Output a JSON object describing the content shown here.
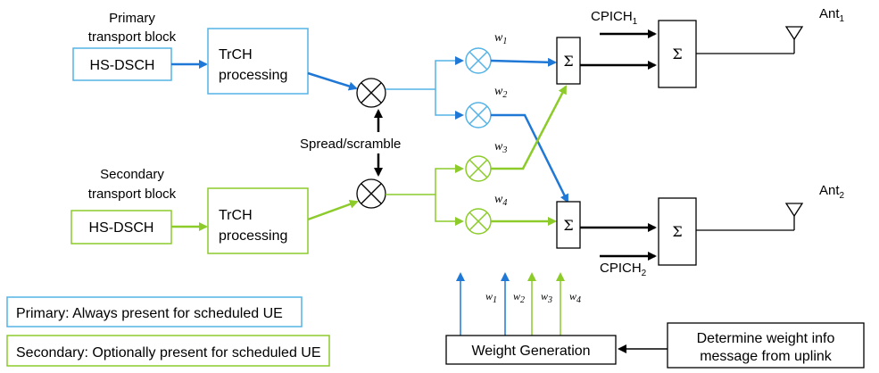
{
  "colors": {
    "primary": "#1f78d6",
    "primary_light": "#55b3e6",
    "secondary": "#8ccb2a",
    "black": "#000000"
  },
  "labels": {
    "primary_block_line1": "Primary",
    "primary_block_line2": "transport block",
    "secondary_block_line1": "Secondary",
    "secondary_block_line2": "transport block",
    "hs_dsch_primary": "HS-DSCH",
    "hs_dsch_secondary": "HS-DSCH",
    "trch_primary_line1": "TrCH",
    "trch_primary_line2": "processing",
    "trch_secondary_line1": "TrCH",
    "trch_secondary_line2": "processing",
    "spread_scramble": "Spread/scramble",
    "sum_symbol": "Σ",
    "cpich1": "CPICH",
    "cpich1_sub": "1",
    "cpich2": "CPICH",
    "cpich2_sub": "2",
    "ant1": "Ant",
    "ant1_sub": "1",
    "ant2": "Ant",
    "ant2_sub": "2",
    "weight_generation": "Weight Generation",
    "determine_line1": "Determine weight info",
    "determine_line2": "message from uplink"
  },
  "weights": {
    "w1": "w",
    "w1_sub": "1",
    "w2": "w",
    "w2_sub": "2",
    "w3": "w",
    "w3_sub": "3",
    "w4": "w",
    "w4_sub": "4"
  },
  "legend": {
    "primary": "Primary: Always present for scheduled UE",
    "secondary": "Secondary: Optionally present for scheduled UE"
  }
}
